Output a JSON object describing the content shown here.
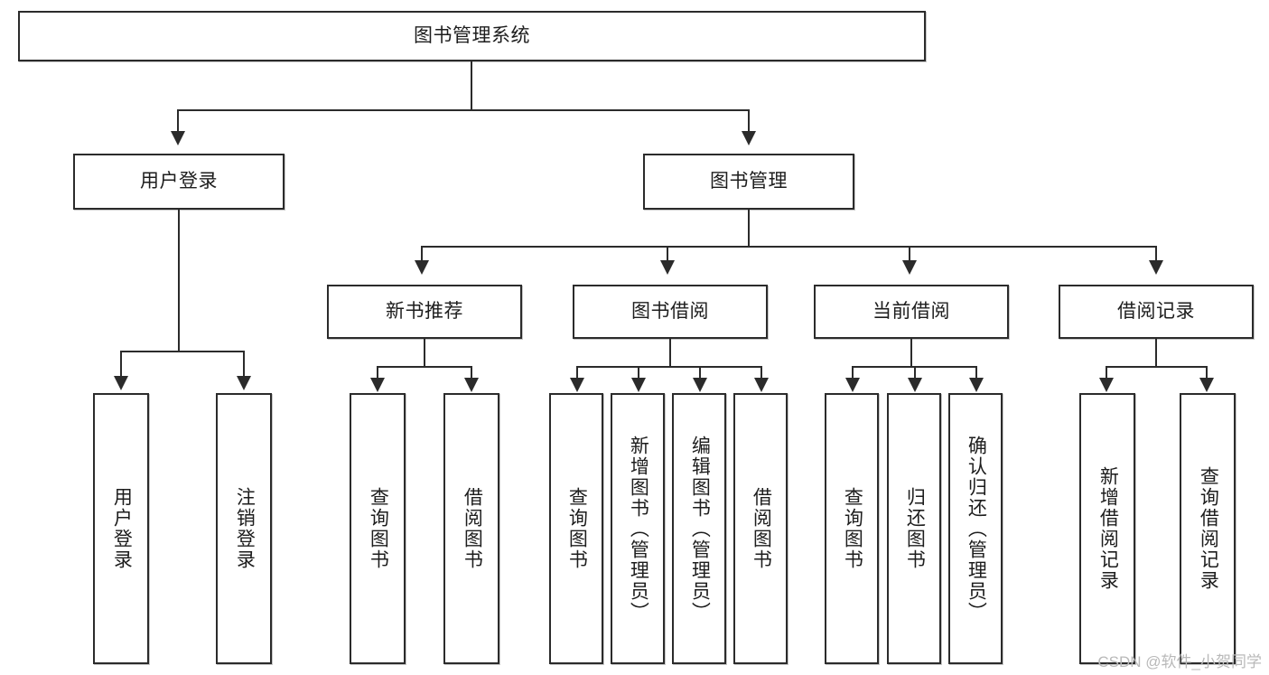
{
  "diagram": {
    "title": "图书管理系统",
    "type": "tree-hierarchy-diagram",
    "root": {
      "label": "图书管理系统"
    },
    "level2": [
      {
        "label": "用户登录"
      },
      {
        "label": "图书管理"
      }
    ],
    "level3": [
      {
        "label": "新书推荐"
      },
      {
        "label": "图书借阅"
      },
      {
        "label": "当前借阅"
      },
      {
        "label": "借阅记录"
      }
    ],
    "leaves": {
      "user_login": [
        {
          "label": "用户登录"
        },
        {
          "label": "注销登录"
        }
      ],
      "new_book_recommend": [
        {
          "label": "查询图书"
        },
        {
          "label": "借阅图书"
        }
      ],
      "book_borrow": [
        {
          "label": "查询图书"
        },
        {
          "label": "新增图书（管理员）"
        },
        {
          "label": "编辑图书（管理员）"
        },
        {
          "label": "借阅图书"
        }
      ],
      "current_borrow": [
        {
          "label": "查询图书"
        },
        {
          "label": "归还图书"
        },
        {
          "label": "确认归还（管理员）"
        }
      ],
      "borrow_record": [
        {
          "label": "新增借阅记录"
        },
        {
          "label": "查询借阅记录"
        }
      ]
    }
  },
  "watermark": {
    "text": "CSDN @软件_小贺同学"
  },
  "colors": {
    "stroke": "#2b2b2b",
    "fill": "#ffffff",
    "text": "#1d1d1d",
    "watermark": "#b9b9b9"
  }
}
